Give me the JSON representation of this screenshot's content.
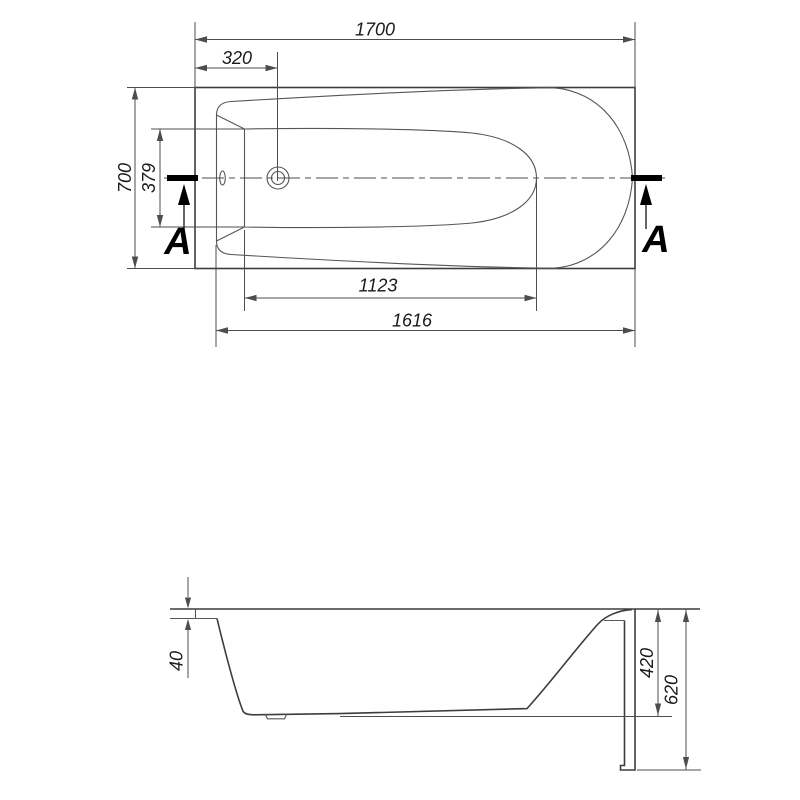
{
  "top_view": {
    "dim_total_length": "1700",
    "dim_drain_offset": "320",
    "dim_total_width": "700",
    "dim_inner_width": "379",
    "dim_bottom_inner_length": "1123",
    "dim_bottom_length": "1616",
    "section_label_left": "A",
    "section_label_right": "A"
  },
  "side_view": {
    "dim_rim_thickness": "40",
    "dim_inner_depth": "420",
    "dim_total_height": "620"
  },
  "colors": {
    "background": "#ffffff",
    "outline": "#3d3d3d",
    "contour": "#565656",
    "dimension": "#4d4d4d",
    "text": "#1a1a1a",
    "marker": "#000000"
  }
}
